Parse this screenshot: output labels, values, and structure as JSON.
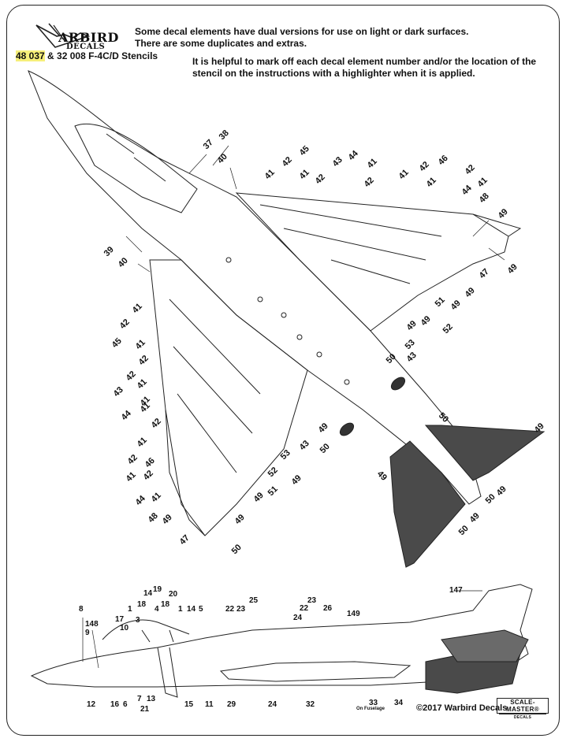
{
  "brand": {
    "name": "ARBIRD",
    "sub": "DECALS",
    "logo_icon": "warbird-silhouette-icon"
  },
  "kit": {
    "number_highlight": "48 037",
    "number_rest": "& 32 008 F-4C/D Stencils"
  },
  "notes": {
    "line1": "Some decal elements have dual versions for use on light or dark surfaces.",
    "line2": "There are some duplicates and extras.",
    "line3": "It is helpful to mark off each decal element number and/or the location of the stencil on the instructions with a highlighter when it is applied."
  },
  "top_view_callouts": [
    "37",
    "38",
    "40",
    "41",
    "42",
    "45",
    "41",
    "42",
    "43",
    "44",
    "41",
    "42",
    "41",
    "42",
    "46",
    "41",
    "42",
    "44",
    "41",
    "48",
    "49",
    "49",
    "47",
    "49",
    "49",
    "51",
    "49",
    "49",
    "52",
    "53",
    "50",
    "43",
    "39",
    "40",
    "41",
    "42",
    "45",
    "41",
    "42",
    "41",
    "43",
    "42",
    "41",
    "44",
    "41",
    "42",
    "41",
    "42",
    "46",
    "41",
    "42",
    "44",
    "41",
    "48",
    "49",
    "47",
    "49",
    "49",
    "51",
    "52",
    "49",
    "53",
    "43",
    "50",
    "49",
    "50",
    "50",
    "49",
    "50",
    "49",
    "50",
    "49",
    "49"
  ],
  "side_view_callouts_top": [
    "8",
    "148",
    "9",
    "17",
    "10",
    "1",
    "3",
    "14",
    "19",
    "18",
    "20",
    "18",
    "4",
    "1",
    "14",
    "5",
    "22",
    "23",
    "25",
    "24",
    "22",
    "23",
    "26",
    "149",
    "147"
  ],
  "side_view_callouts_bottom": [
    "12",
    "16",
    "6",
    "7",
    "13",
    "21",
    "15",
    "11",
    "29",
    "24",
    "32",
    "33",
    "34"
  ],
  "side_view_note": "On Fuselage",
  "footer": {
    "copyright": "©2017 Warbird Decals",
    "scalemaster": "SCALE-MASTER",
    "scalemaster_mark": "®",
    "scalemaster_sub": "DECALS"
  },
  "colors": {
    "highlight": "#f6ef7a",
    "line": "#222222",
    "dark_panel": "#4a4a4a"
  }
}
